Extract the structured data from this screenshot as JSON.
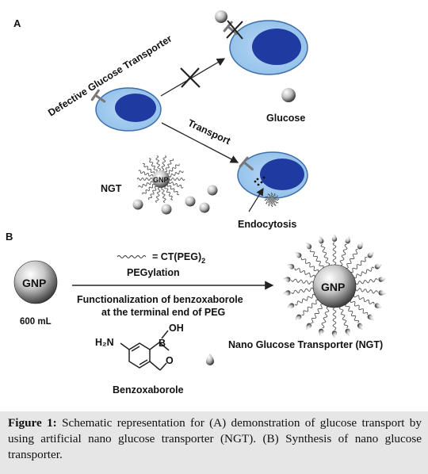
{
  "panel_a": {
    "label": "A",
    "defective_label": "Defective Glucose Transporter",
    "glucose_label": "Glucose",
    "transport_label": "Transport",
    "ngt_label": "NGT",
    "gnp_label": "GNP",
    "endocytosis_label": "Endocytosis"
  },
  "panel_b": {
    "label": "B",
    "gnp_label": "GNP",
    "volume_label": "600 mL",
    "peg_formula": "= CT(PEG)",
    "peg_subscript": "2",
    "pegylation_label": "PEGylation",
    "functionalization_line1": "Functionalization of benzoxaborole",
    "functionalization_line2": "at the terminal end of PEG",
    "product_label": "Nano Glucose Transporter (NGT)",
    "product_gnp_label": "GNP",
    "h2n_label": "H₂N",
    "oh_label": "OH",
    "b_label": "B",
    "o_label": "O",
    "benzoxaborole_label": "Benzoxaborole"
  },
  "caption": {
    "figure_label": "Figure 1:",
    "text": " Schematic representation for (A) demonstration of glucose transport by using artificial nano glucose transporter (NGT). (B) Synthesis of nano glucose transporter."
  }
}
